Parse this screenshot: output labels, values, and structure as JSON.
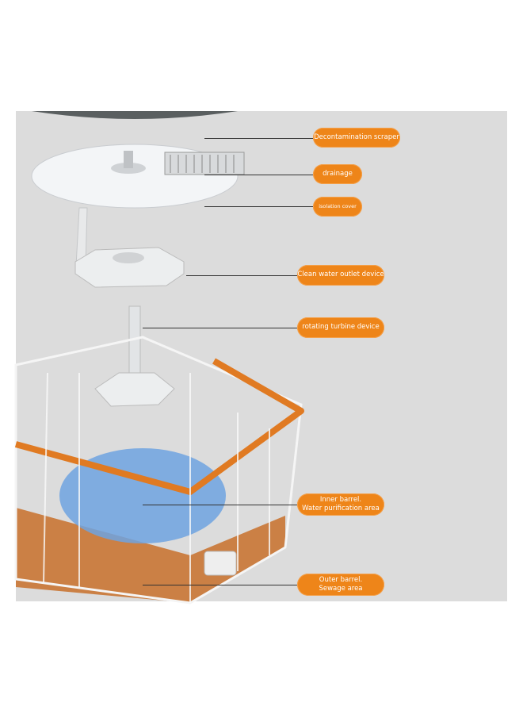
{
  "callouts": [
    {
      "id": "scraper",
      "label": "Decontamination scraper"
    },
    {
      "id": "drainage",
      "label": "drainage"
    },
    {
      "id": "isolation",
      "label": "isolation cover"
    },
    {
      "id": "outlet",
      "label": "Clean water outlet device"
    },
    {
      "id": "turbine",
      "label": "rotating turbine device"
    },
    {
      "id": "inner",
      "line1": "Inner barrel.",
      "line2": "Water purification area"
    },
    {
      "id": "outer",
      "line1": "Outer barrel.",
      "line2": "Sewage area"
    }
  ],
  "colors": {
    "accent": "#ee8519",
    "background": "#dcdcdc",
    "water": "#6fa3e0",
    "sewage": "#c8702a"
  }
}
